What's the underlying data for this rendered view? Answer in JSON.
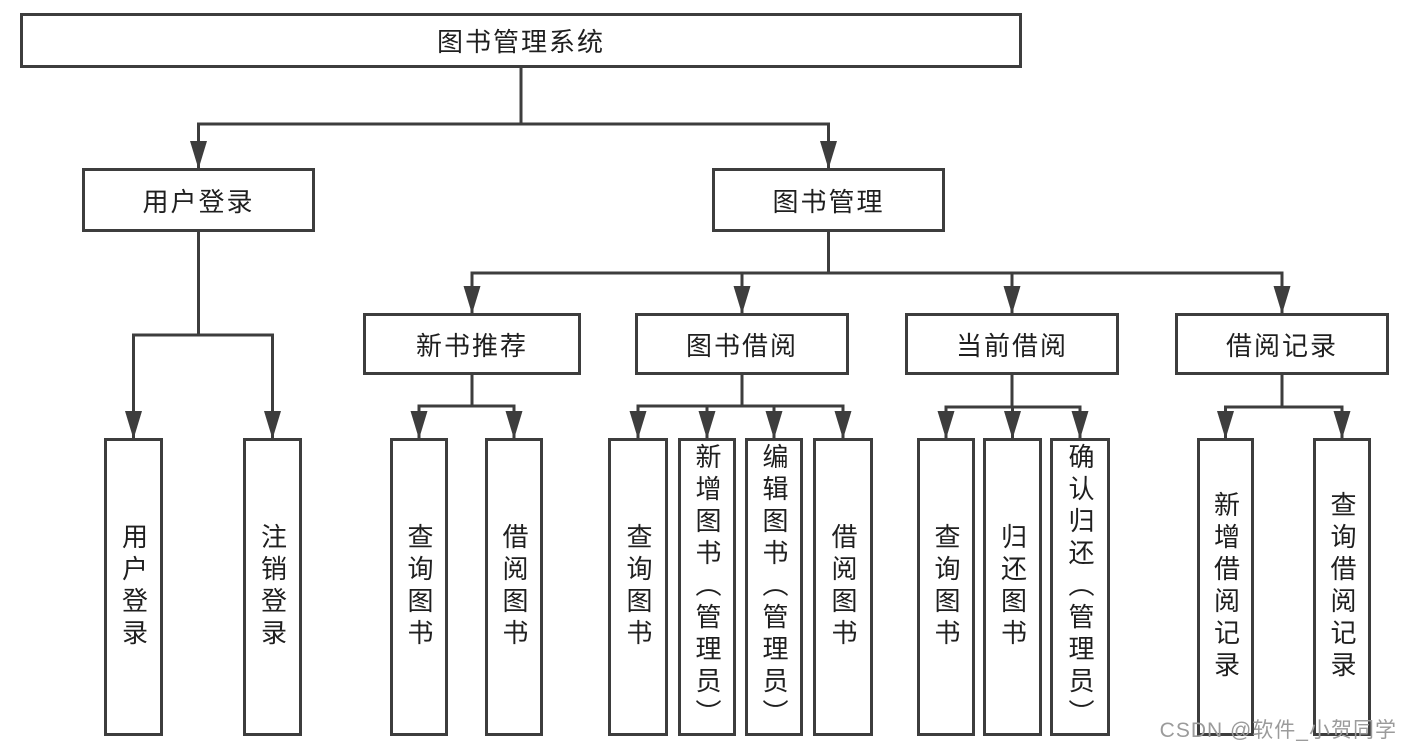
{
  "diagram": {
    "title": "图书管理系统",
    "watermark": "CSDN @软件_小贺同学",
    "colors": {
      "line": "#3d3d3d",
      "text": "#1f1f1f",
      "background": "#ffffff",
      "watermark": "#9b9b9b"
    },
    "nodes": [
      {
        "id": "root",
        "label": "图书管理系统",
        "parent": null
      },
      {
        "id": "user-login-group",
        "label": "用户登录",
        "parent": "root"
      },
      {
        "id": "book-mgmt",
        "label": "图书管理",
        "parent": "root"
      },
      {
        "id": "user-login",
        "label": "用户登录",
        "parent": "user-login-group"
      },
      {
        "id": "logout",
        "label": "注销登录",
        "parent": "user-login-group"
      },
      {
        "id": "new-book-rec",
        "label": "新书推荐",
        "parent": "book-mgmt"
      },
      {
        "id": "book-borrow",
        "label": "图书借阅",
        "parent": "book-mgmt"
      },
      {
        "id": "current-borrow",
        "label": "当前借阅",
        "parent": "book-mgmt"
      },
      {
        "id": "borrow-records",
        "label": "借阅记录",
        "parent": "book-mgmt"
      },
      {
        "id": "rec-query-book",
        "label": "查询图书",
        "parent": "new-book-rec"
      },
      {
        "id": "rec-borrow-book",
        "label": "借阅图书",
        "parent": "new-book-rec"
      },
      {
        "id": "bb-query-book",
        "label": "查询图书",
        "parent": "book-borrow"
      },
      {
        "id": "bb-add-book",
        "label": "新增图书（管理员）",
        "parent": "book-borrow"
      },
      {
        "id": "bb-edit-book",
        "label": "编辑图书（管理员）",
        "parent": "book-borrow"
      },
      {
        "id": "bb-borrow-book",
        "label": "借阅图书",
        "parent": "book-borrow"
      },
      {
        "id": "cb-query-book",
        "label": "查询图书",
        "parent": "current-borrow"
      },
      {
        "id": "cb-return-book",
        "label": "归还图书",
        "parent": "current-borrow"
      },
      {
        "id": "cb-confirm-return",
        "label": "确认归还（管理员）",
        "parent": "current-borrow"
      },
      {
        "id": "br-add-record",
        "label": "新增借阅记录",
        "parent": "borrow-records"
      },
      {
        "id": "br-query-record",
        "label": "查询借阅记录",
        "parent": "borrow-records"
      }
    ]
  }
}
